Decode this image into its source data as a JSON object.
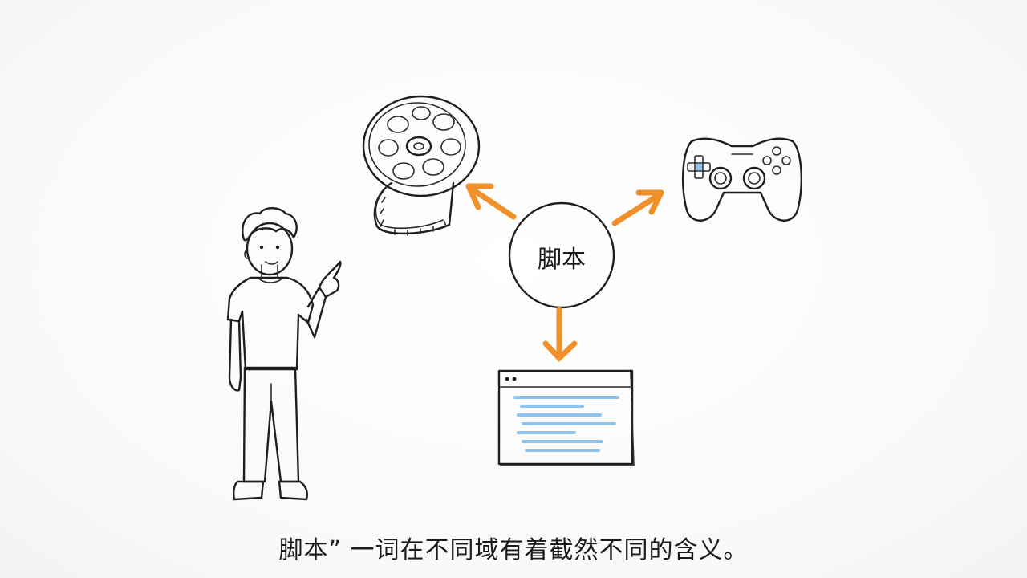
{
  "center_node": {
    "label": "脚本"
  },
  "caption": "脚本” 一词在不同域有着截然不同的含义。",
  "branches": [
    {
      "name": "film-reel",
      "icon": "film-reel-icon"
    },
    {
      "name": "game-controller",
      "icon": "game-controller-icon"
    },
    {
      "name": "code-window",
      "icon": "code-window-icon"
    }
  ],
  "colors": {
    "arrow": "#f0902a",
    "accent_blue": "#8fc3ec",
    "ink": "#1e1e1e",
    "shoes": "#3b82e0",
    "pants": "#6b6b6b"
  }
}
